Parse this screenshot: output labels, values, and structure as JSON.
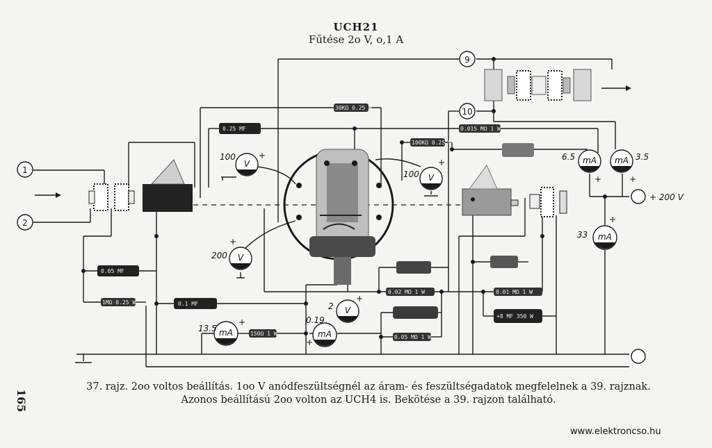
{
  "header": {
    "title": "UCH21",
    "subtitle": "Fűtése 2o V, o,1 A"
  },
  "caption": {
    "line1": "37. rajz. 2oo voltos beállítás. 1oo V anódfeszültségnél az áram- és feszültségadatok megfelelnek a 39. rajznak.",
    "line2": "Azonos beállítású 2oo volton az UCH4 is. Bekötése a 39. rajzon található."
  },
  "page_number": "165",
  "watermark": "www.elektroncso.hu",
  "nodes": {
    "n1": "1",
    "n2": "2",
    "n9": "9",
    "n10": "10"
  },
  "meters": {
    "v100_left": {
      "value": "100",
      "unit": "V"
    },
    "v100_right": {
      "value": "100",
      "unit": "V"
    },
    "v200": {
      "value": "200",
      "unit": "V"
    },
    "v2": {
      "value": "2",
      "unit": "V"
    },
    "ma65": {
      "value": "6.5",
      "unit": "mA"
    },
    "ma35": {
      "value": "3.5",
      "unit": "mA"
    },
    "ma33": {
      "value": "33",
      "unit": "mA"
    },
    "ma135": {
      "value": "13.5",
      "unit": "mA"
    },
    "ma019": {
      "value": "0.19",
      "unit": "mA"
    }
  },
  "components": {
    "c025": "0.25 MF",
    "c005": "0.05 MF",
    "c01": "0.1 MF",
    "r30k": "30KΩ 0.25 W",
    "r100k": "100KΩ 0.25 W",
    "r0015": "0.015 MΩ 1 W",
    "r1m": "1MΩ 0.25 W",
    "r150": "150Ω 1 W",
    "r002": "0.02 MΩ 1 W",
    "r001": "0.01 MΩ 1 W",
    "r005": "0.05 MΩ 1 W",
    "c8": "+8 MF 350 W"
  },
  "supply": {
    "label": "+ 200 V"
  },
  "plus_sign": "+",
  "colors": {
    "ink": "#1a1a1a",
    "paper": "#f4f4f2"
  }
}
